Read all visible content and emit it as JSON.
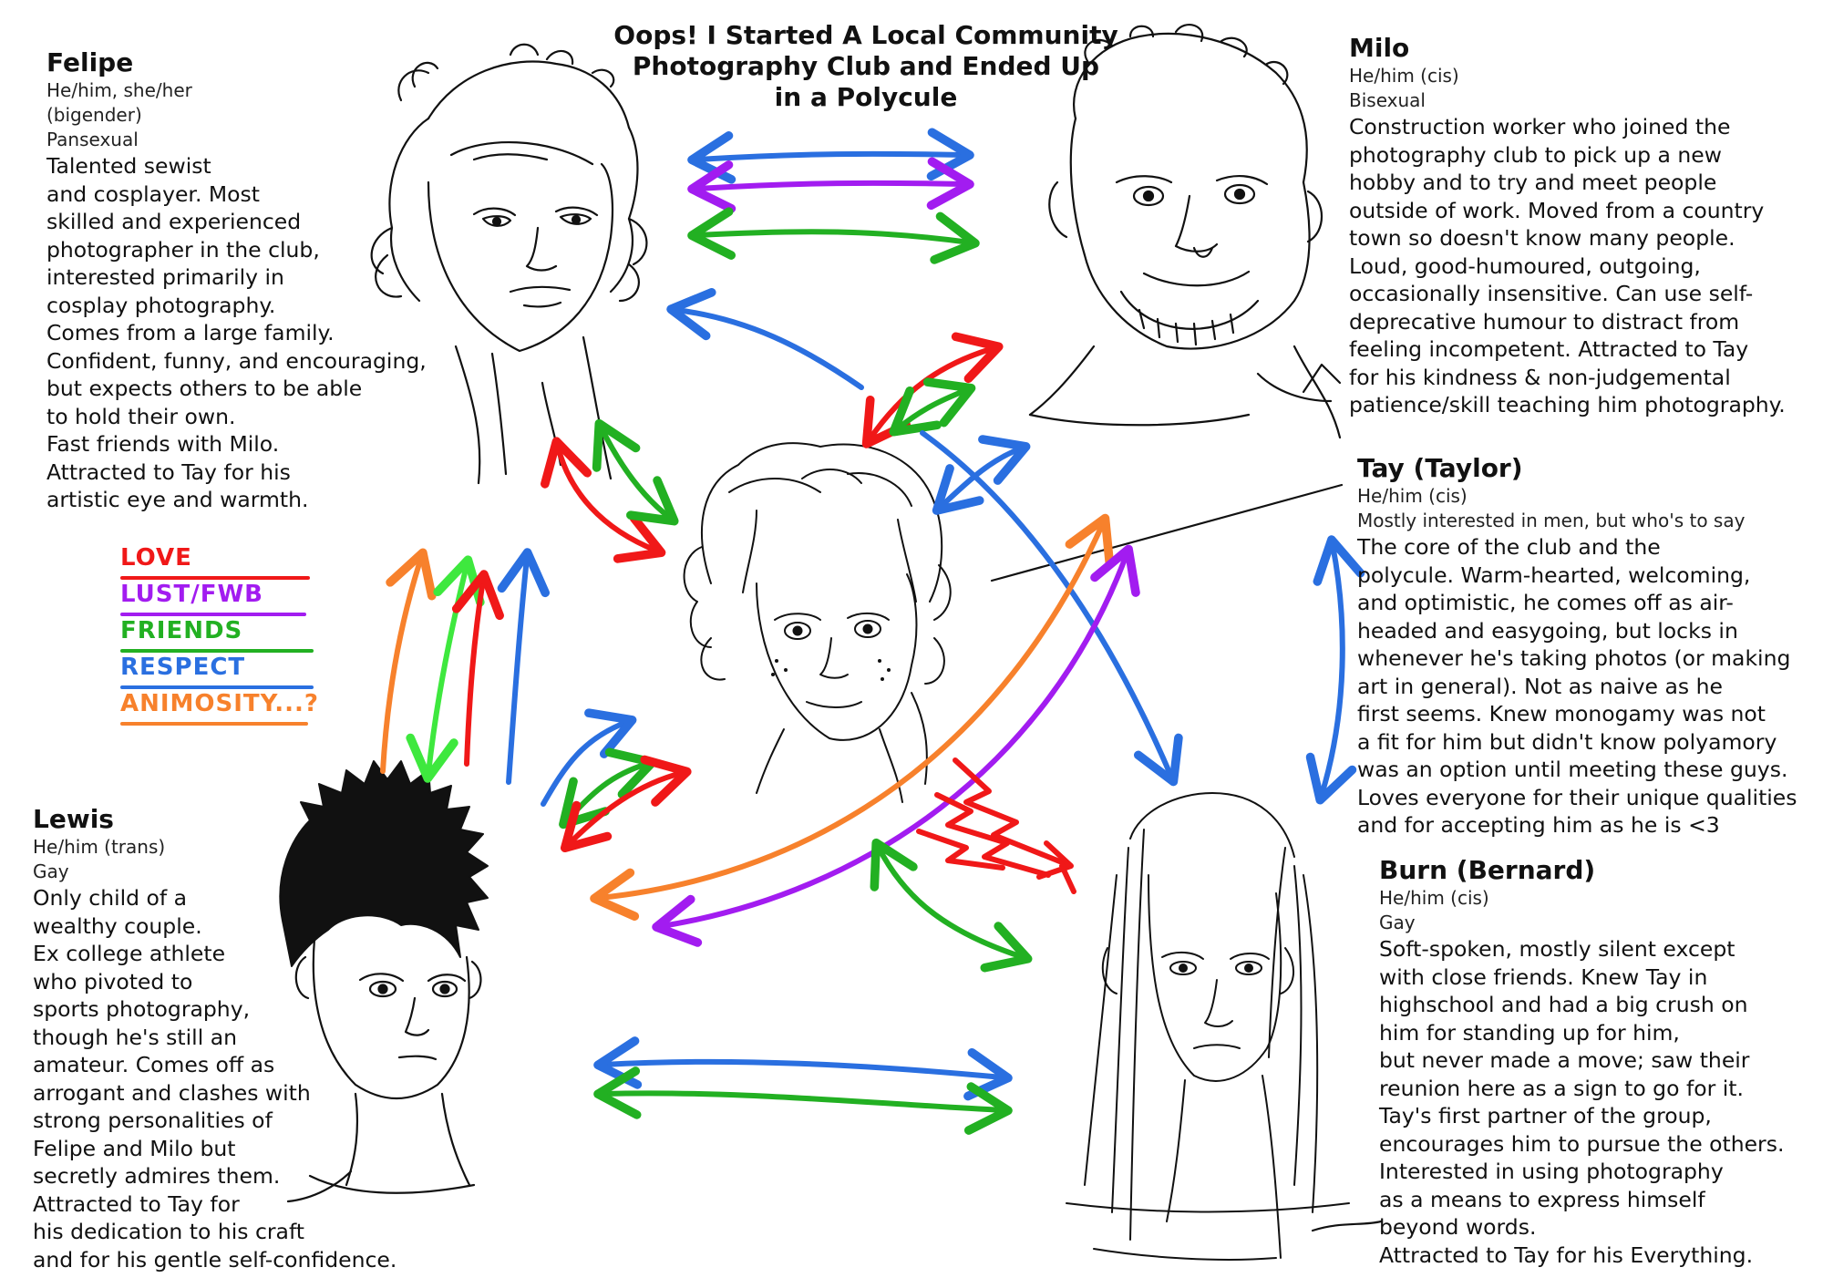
{
  "title": {
    "lines": [
      "Oops! I Started A Local Community",
      "Photography Club and Ended Up",
      "in a Polycule"
    ]
  },
  "colors": {
    "love": "#f01818",
    "lust_fwb": "#a21cf0",
    "friends": "#22b022",
    "respect": "#2a6fe0",
    "animosity": "#f7812c",
    "ink": "#111111"
  },
  "legend": [
    {
      "label": "LOVE",
      "color": "#f01818"
    },
    {
      "label": "LUST/FWB",
      "color": "#a21cf0"
    },
    {
      "label": "FRIENDS",
      "color": "#22b022"
    },
    {
      "label": "RESPECT",
      "color": "#2a6fe0"
    },
    {
      "label": "ANIMOSITY...?",
      "color": "#f7812c"
    }
  ],
  "characters": {
    "felipe": {
      "name": "Felipe",
      "meta": [
        "He/him, she/her",
        "(bigender)",
        "Pansexual"
      ],
      "desc": [
        "Talented sewist",
        "and cosplayer. Most",
        "skilled and experienced",
        "photographer in the club,",
        "interested primarily in",
        "cosplay photography.",
        "Comes from a large family.",
        "Confident, funny, and encouraging,",
        "but expects others to be able",
        "to hold their own.",
        "Fast friends with Milo.",
        "Attracted to Tay for his",
        "artistic eye and warmth."
      ]
    },
    "milo": {
      "name": "Milo",
      "meta": [
        "He/him (cis)",
        "Bisexual"
      ],
      "desc": [
        "Construction worker who joined the",
        "photography club to pick up a new",
        "hobby and to try and meet people",
        "outside of work. Moved from a country",
        "town so doesn't know many people.",
        "Loud, good-humoured, outgoing,",
        "occasionally insensitive. Can use self-",
        "deprecative humour to distract from",
        "feeling incompetent. Attracted to Tay",
        "for his kindness & non-judgemental",
        "patience/skill teaching him photography."
      ]
    },
    "tay": {
      "name": "Tay (Taylor)",
      "meta": [
        "He/him (cis)",
        "Mostly interested in men, but who's to say"
      ],
      "desc": [
        "The core of the club and the",
        "polycule. Warm-hearted, welcoming,",
        "and optimistic, he comes off as air-",
        "headed and easygoing, but locks in",
        "whenever he's taking photos (or making",
        "art in general). Not as naive as he",
        "first seems. Knew monogamy was not",
        "a fit for him but didn't know polyamory",
        "was an option until meeting these guys.",
        "Loves everyone for their unique qualities",
        "and for accepting him as he is <3"
      ]
    },
    "lewis": {
      "name": "Lewis",
      "meta": [
        "He/him (trans)",
        "Gay"
      ],
      "desc": [
        "Only child of a",
        "wealthy couple.",
        "Ex college athlete",
        "who pivoted to",
        "sports photography,",
        "though he's still an",
        "amateur. Comes off as",
        "arrogant and clashes with",
        "strong personalities of",
        "Felipe and Milo but",
        "secretly admires them.",
        "Attracted to Tay for",
        "his dedication to his craft",
        "and for his gentle self-confidence."
      ]
    },
    "burn": {
      "name": "Burn (Bernard)",
      "meta": [
        "He/him (cis)",
        "Gay"
      ],
      "desc": [
        "Soft-spoken, mostly silent except",
        "with close friends. Knew Tay in",
        "highschool and had a big crush on",
        "him for standing up for him,",
        "but never made a move; saw their",
        "reunion here as a sign to go for it.",
        "Tay's first partner of the group,",
        "encourages him to pursue the others.",
        "Interested in using photography",
        "as a means to express himself",
        "beyond words.",
        "Attracted to Tay for his Everything."
      ]
    }
  }
}
